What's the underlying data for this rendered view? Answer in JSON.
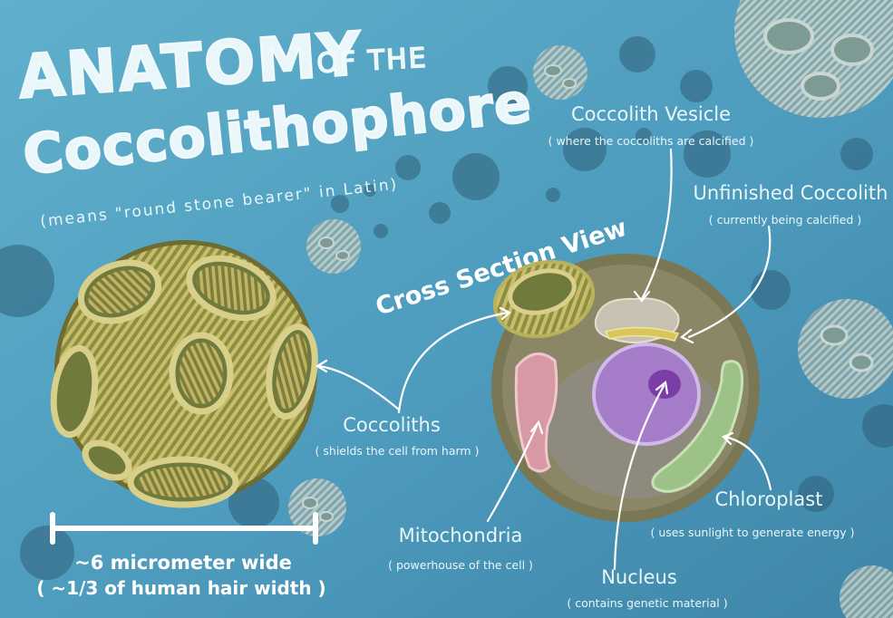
{
  "title": {
    "line1_big": "ANATOMY",
    "line1_small": "OF THE",
    "line2": "Coccolithophore",
    "subtitle": "(means \"round stone bearer\" in Latin)"
  },
  "section_title": "Cross Section View",
  "scale": {
    "label": "~6 micrometer wide",
    "note": "( ~1/3 of human hair width )"
  },
  "labels": {
    "coccolith_vesicle": {
      "name": "Coccolith Vesicle",
      "desc": "( where the coccoliths are calcified )"
    },
    "unfinished_coccolith": {
      "name": "Unfinished Coccolith",
      "desc": "( currently being calcified )"
    },
    "coccoliths": {
      "name": "Coccoliths",
      "desc": "( shields the cell from harm )"
    },
    "mitochondria": {
      "name": "Mitochondria",
      "desc": "( powerhouse of the cell )"
    },
    "nucleus": {
      "name": "Nucleus",
      "desc": "( contains genetic material )"
    },
    "chloroplast": {
      "name": "Chloroplast",
      "desc": "( uses sunlight to generate energy )"
    }
  },
  "colors": {
    "background": "#4f9fbf",
    "coccolith": "#b9b25c",
    "cell_body": "#7d7a55",
    "nucleus": "#a77dc8",
    "mitochondria": "#d79aa4",
    "chloroplast": "#9fc48b",
    "text": "#e9f6fa"
  }
}
